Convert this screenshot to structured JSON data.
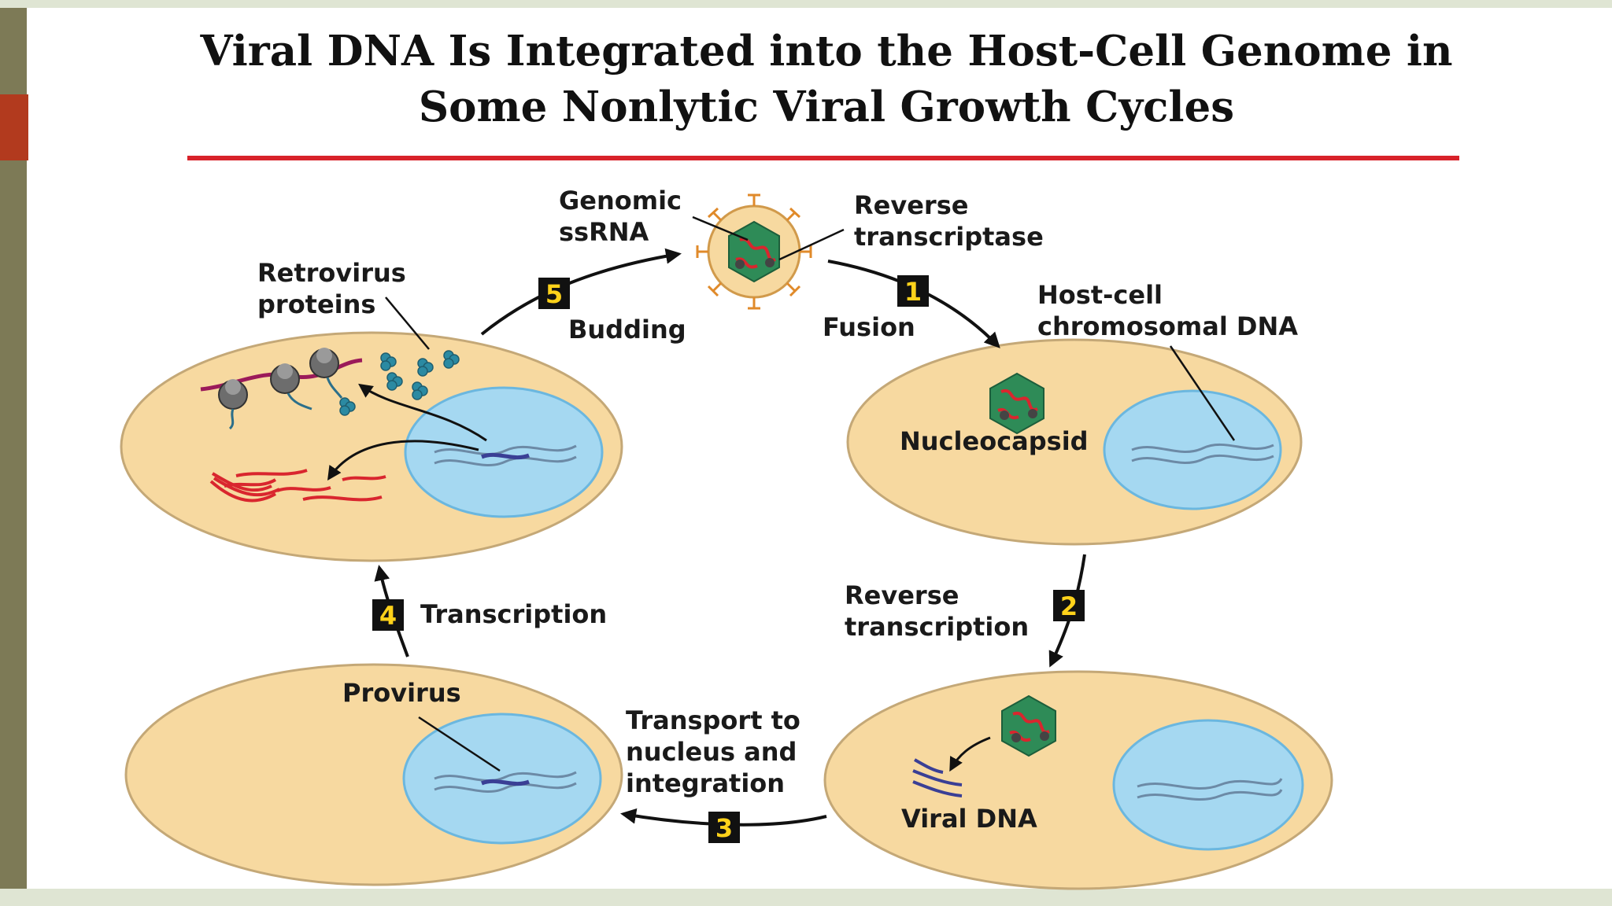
{
  "title": {
    "line1": "Viral DNA Is Integrated into the Host-Cell Genome in",
    "line2": "Some Nonlytic Viral Growth Cycles"
  },
  "steps": [
    {
      "number": "1",
      "label": "Fusion"
    },
    {
      "number": "2",
      "label_line1": "Reverse",
      "label_line2": "transcription"
    },
    {
      "number": "3",
      "label_line1": "Transport to",
      "label_line2": "nucleus and",
      "label_line3": "integration"
    },
    {
      "number": "4",
      "label": "Transcription"
    },
    {
      "number": "5",
      "label": "Budding"
    }
  ],
  "labels": {
    "genomic_ssrna_1": "Genomic",
    "genomic_ssrna_2": "ssRNA",
    "reverse_transcriptase_1": "Reverse",
    "reverse_transcriptase_2": "transcriptase",
    "retrovirus_proteins_1": "Retrovirus",
    "retrovirus_proteins_2": "proteins",
    "host_cell_dna_1": "Host-cell",
    "host_cell_dna_2": "chromosomal DNA",
    "nucleocapsid": "Nucleocapsid",
    "viral_dna": "Viral DNA",
    "provirus": "Provirus"
  },
  "colors": {
    "cell_fill": "#f7d9a0",
    "cell_stroke": "#c4a877",
    "nucleus_fill": "#a5d8f1",
    "nucleus_stroke": "#6bb7df",
    "capsid_green": "#2e8b57",
    "viral_rna_red": "#d9262e",
    "viral_dna_blue": "#3a3f95",
    "step_box": "#111111",
    "step_number": "#ffd21a",
    "title_rule": "#d8222a"
  }
}
